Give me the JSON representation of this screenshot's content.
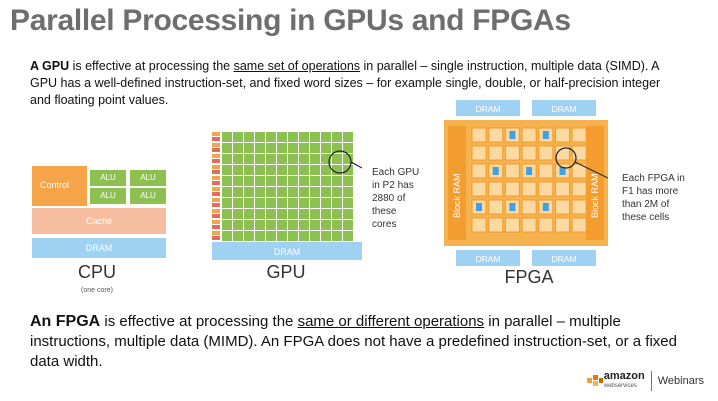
{
  "slide": {
    "title": "Parallel Processing in GPUs and FPGAs",
    "gpu_para": {
      "lead": "A GPU",
      "text1": " is effective at processing the ",
      "underline": "same set of operations",
      "text2": " in parallel – single instruction, multiple data (SIMD). A GPU has a well-defined instruction-set, and fixed word sizes – for example single, double, or half-precision integer and floating point values."
    },
    "fpga_para": {
      "lead": "An FPGA",
      "text1": " is effective at processing the ",
      "underline": "same or different operations",
      "text2": " in parallel – multiple instructions, multiple data (MIMD). An FPGA does not have a predefined instruction-set, or a fixed data width."
    }
  },
  "cpu": {
    "control": "Control",
    "alu": [
      "ALU",
      "ALU",
      "ALU",
      "ALU"
    ],
    "cache": "Cache",
    "dram": "DRAM",
    "label": "CPU",
    "sublabel": "(one core)"
  },
  "gpu": {
    "dram": "DRAM",
    "label": "GPU",
    "note": [
      "Each GPU",
      "in P2 has",
      "2880 of",
      "these",
      "cores"
    ]
  },
  "fpga": {
    "dram": [
      "DRAM",
      "DRAM",
      "DRAM",
      "DRAM"
    ],
    "block_ram": "Block RAM",
    "label": "FPGA",
    "note": [
      "Each FPGA in",
      "F1 has more",
      "than 2M of",
      "these cells"
    ]
  },
  "branding": {
    "logo_text": "amazon",
    "logo_sub": "webservices",
    "webinars": "Webinars"
  },
  "colors": {
    "title": "#6e6e6e",
    "green": "#8cc152",
    "orange": "#f5a44a",
    "peach": "#f7bda0",
    "blue": "#9fd1f2",
    "fpga_bg": "#f6b24e",
    "fpga_cell": "#fbd9a0",
    "fpga_blue": "#3fa0e6"
  }
}
